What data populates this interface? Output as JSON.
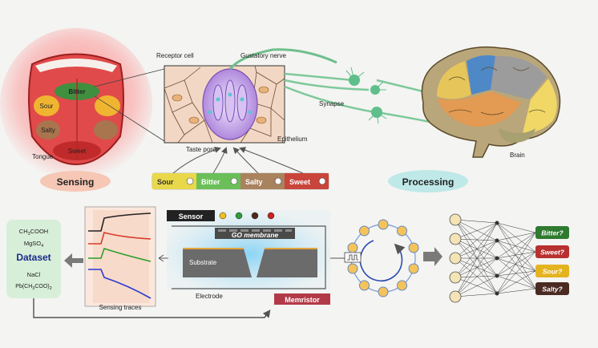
{
  "labels": {
    "receptor_cell": "Receptor cell",
    "gustatory_nerve": "Gustatory nerve",
    "synapse": "Synapse",
    "epithelium": "Epithelium",
    "taste_pore": "Taste pore",
    "tongue": "Tongue",
    "brain": "Brain",
    "sensing": "Sensing",
    "processing": "Processing",
    "sensor": "Sensor",
    "go_membrane": "GO membrane",
    "substrate": "Substrate",
    "electrode": "Electrode",
    "memristor": "Memristor",
    "sensing_traces": "Sensing traces",
    "dataset": "Dataset"
  },
  "tongue_regions": {
    "bitter": "Bitter",
    "sour": "Sour",
    "salty": "Salty",
    "sweet": "Sweet"
  },
  "tastes": [
    {
      "name": "Sour",
      "color": "#e8d84a"
    },
    {
      "name": "Bitter",
      "color": "#6bbf59"
    },
    {
      "name": "Salty",
      "color": "#a9825e"
    },
    {
      "name": "Sweet",
      "color": "#c9443b"
    }
  ],
  "chemicals": {
    "c1": "CH3COOH",
    "c2": "MgSO4",
    "c3": "NaCl",
    "c4": "Pb(CH3COO)2"
  },
  "outputs": [
    {
      "name": "Bitter?",
      "color": "#2f7a2f"
    },
    {
      "name": "Sweet?",
      "color": "#b8312f"
    },
    {
      "name": "Sour?",
      "color": "#e3b320"
    },
    {
      "name": "Salty?",
      "color": "#4a2a22"
    }
  ],
  "colors": {
    "sensing_bubble": "#f6c7b4",
    "processing_bubble": "#bfe8e8",
    "memristor_tag": "#b23a48",
    "neuron": "#f4e3b5",
    "dataset_panel": "#d7efd8"
  }
}
